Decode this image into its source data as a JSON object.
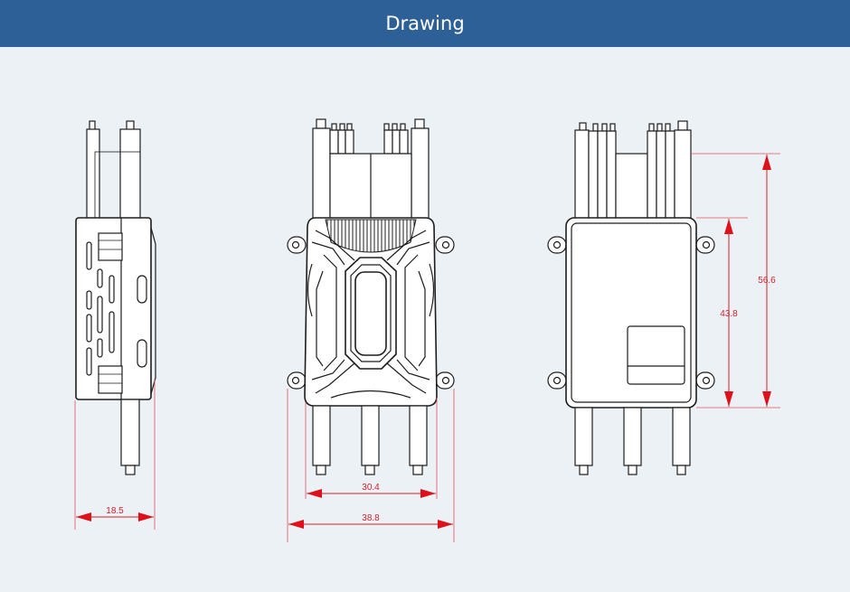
{
  "header": {
    "title": "Drawing"
  },
  "dimensions": {
    "side_width": "18.5",
    "front_inner_width": "30.4",
    "front_outer_width": "38.8",
    "back_body_height": "43.8",
    "back_total_height": "56.6"
  },
  "colors": {
    "header_bg": "#2d6096",
    "page_bg": "#ecf1f5",
    "dimension": "#d0202a",
    "outline": "#1d1d1d"
  }
}
